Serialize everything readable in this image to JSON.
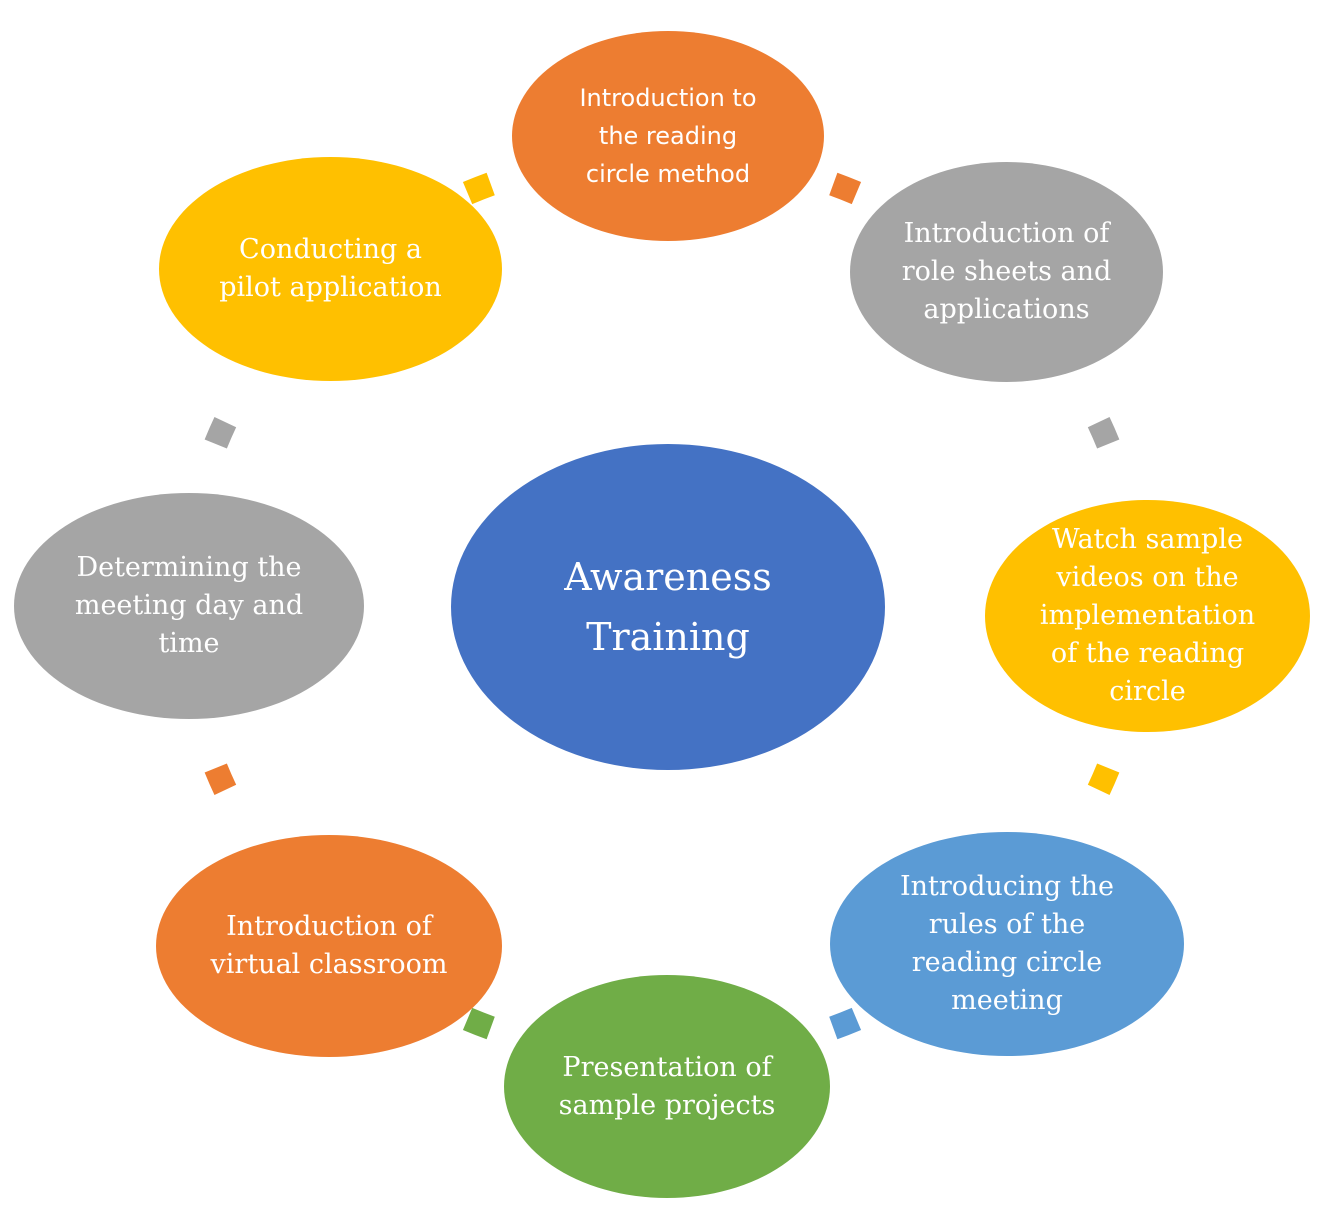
{
  "center": {
    "label": "Awareness\nTraining",
    "color": "#4472C4"
  },
  "nodes": [
    {
      "id": "node-1",
      "label": "Introduction to the reading circle method",
      "color": "#ED7D31"
    },
    {
      "id": "node-2",
      "label": "Introduction of role sheets and applications",
      "color": "#A5A5A5"
    },
    {
      "id": "node-3",
      "label": "Watch sample videos on the implementation of the reading circle",
      "color": "#FFC000"
    },
    {
      "id": "node-4",
      "label": "Introducing the rules of the reading circle meeting",
      "color": "#5B9BD5"
    },
    {
      "id": "node-5",
      "label": "Presentation of sample projects",
      "color": "#70AD47"
    },
    {
      "id": "node-6",
      "label": "Introduction of virtual classroom",
      "color": "#ED7D31"
    },
    {
      "id": "node-7",
      "label": "Determining the meeting day and time",
      "color": "#A5A5A5"
    },
    {
      "id": "node-8",
      "label": "Conducting a pilot application",
      "color": "#FFC000"
    }
  ],
  "connectors": [
    {
      "from": "node-1",
      "to": "node-2",
      "color": "#ED7D31"
    },
    {
      "from": "node-2",
      "to": "node-3",
      "color": "#A5A5A5"
    },
    {
      "from": "node-3",
      "to": "node-4",
      "color": "#FFC000"
    },
    {
      "from": "node-4",
      "to": "node-5",
      "color": "#5B9BD5"
    },
    {
      "from": "node-5",
      "to": "node-6",
      "color": "#70AD47"
    },
    {
      "from": "node-6",
      "to": "node-7",
      "color": "#ED7D31"
    },
    {
      "from": "node-7",
      "to": "node-8",
      "color": "#A5A5A5"
    },
    {
      "from": "node-8",
      "to": "node-1",
      "color": "#FFC000"
    }
  ]
}
